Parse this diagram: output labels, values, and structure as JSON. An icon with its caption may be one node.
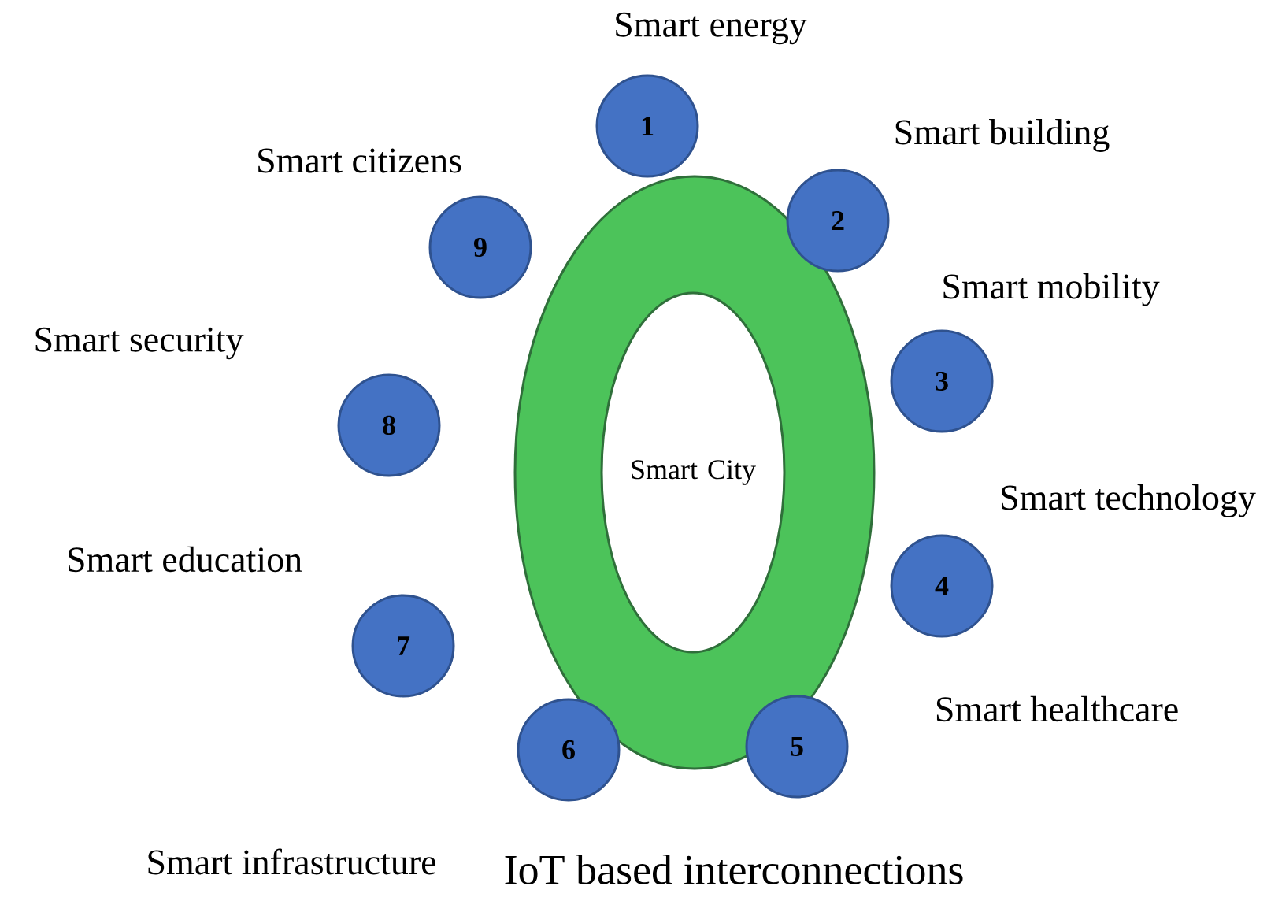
{
  "diagram": {
    "caption": "IoT based interconnections",
    "nodes": [
      {
        "text": [
          "Smart City"
        ]
      },
      {
        "text": [
          "1"
        ],
        "beside": [
          "Smart energy"
        ]
      },
      {
        "text": [
          "2"
        ],
        "beside": [
          "Smart building"
        ]
      },
      {
        "text": [
          "3"
        ],
        "beside": [
          "Smart mobility"
        ]
      },
      {
        "text": [
          "4"
        ],
        "beside": [
          "Smart technology"
        ]
      },
      {
        "text": [
          "5"
        ],
        "beside": [
          "Smart healthcare"
        ]
      },
      {
        "text": [
          "6"
        ],
        "beside": [
          "Smart infrastructure"
        ]
      },
      {
        "text": [
          "7"
        ],
        "beside": [
          "Smart education"
        ]
      },
      {
        "text": [
          "8"
        ],
        "beside": [
          "Smart security"
        ]
      },
      {
        "text": [
          "9"
        ],
        "beside": [
          "Smart citizens"
        ]
      }
    ]
  }
}
